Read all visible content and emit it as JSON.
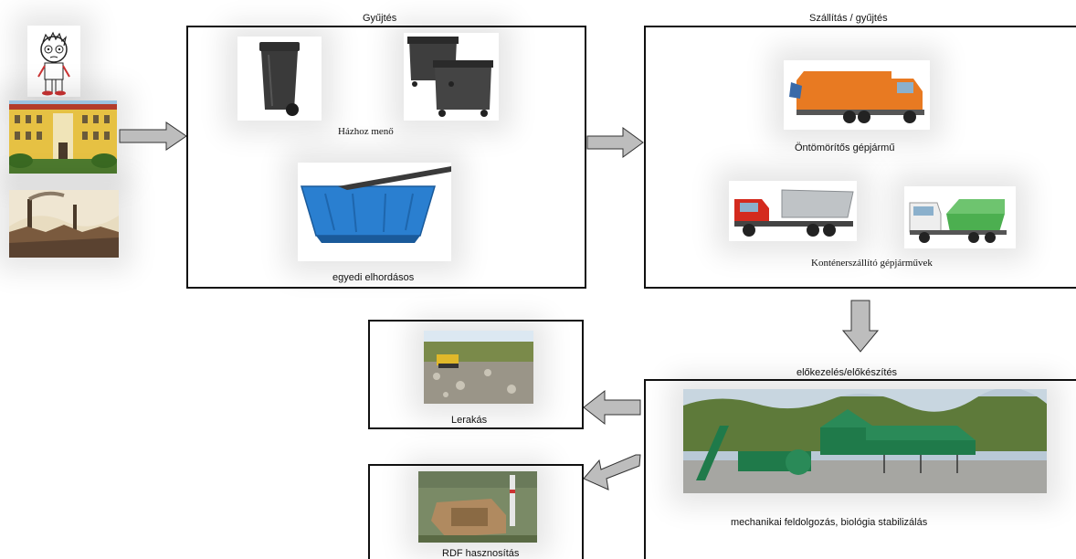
{
  "sources": {
    "person": "person-icon",
    "building": "building-icon",
    "factory": "factory-icon"
  },
  "collection": {
    "title": "Gyűjtés",
    "household_label": "Házhoz menő",
    "skip_label": "egyedi elhordásos"
  },
  "transport": {
    "title": "Szállítás / gyűjtés",
    "compactor_label": "Öntömörítős gépjármű",
    "container_label": "Konténerszállító gépjárművek"
  },
  "pretreatment": {
    "title": "előkezelés/előkészítés",
    "process_label": "mechanikai feldolgozás, biológia stabilizálás"
  },
  "landfill": {
    "label": "Lerakás"
  },
  "rdf": {
    "label": "RDF hasznosítás"
  },
  "colors": {
    "orange_truck": "#e87a22",
    "blue_container": "#2a7fd0",
    "green_plant": "#1f7a4a",
    "arrow_fill": "#bdbdbd"
  }
}
